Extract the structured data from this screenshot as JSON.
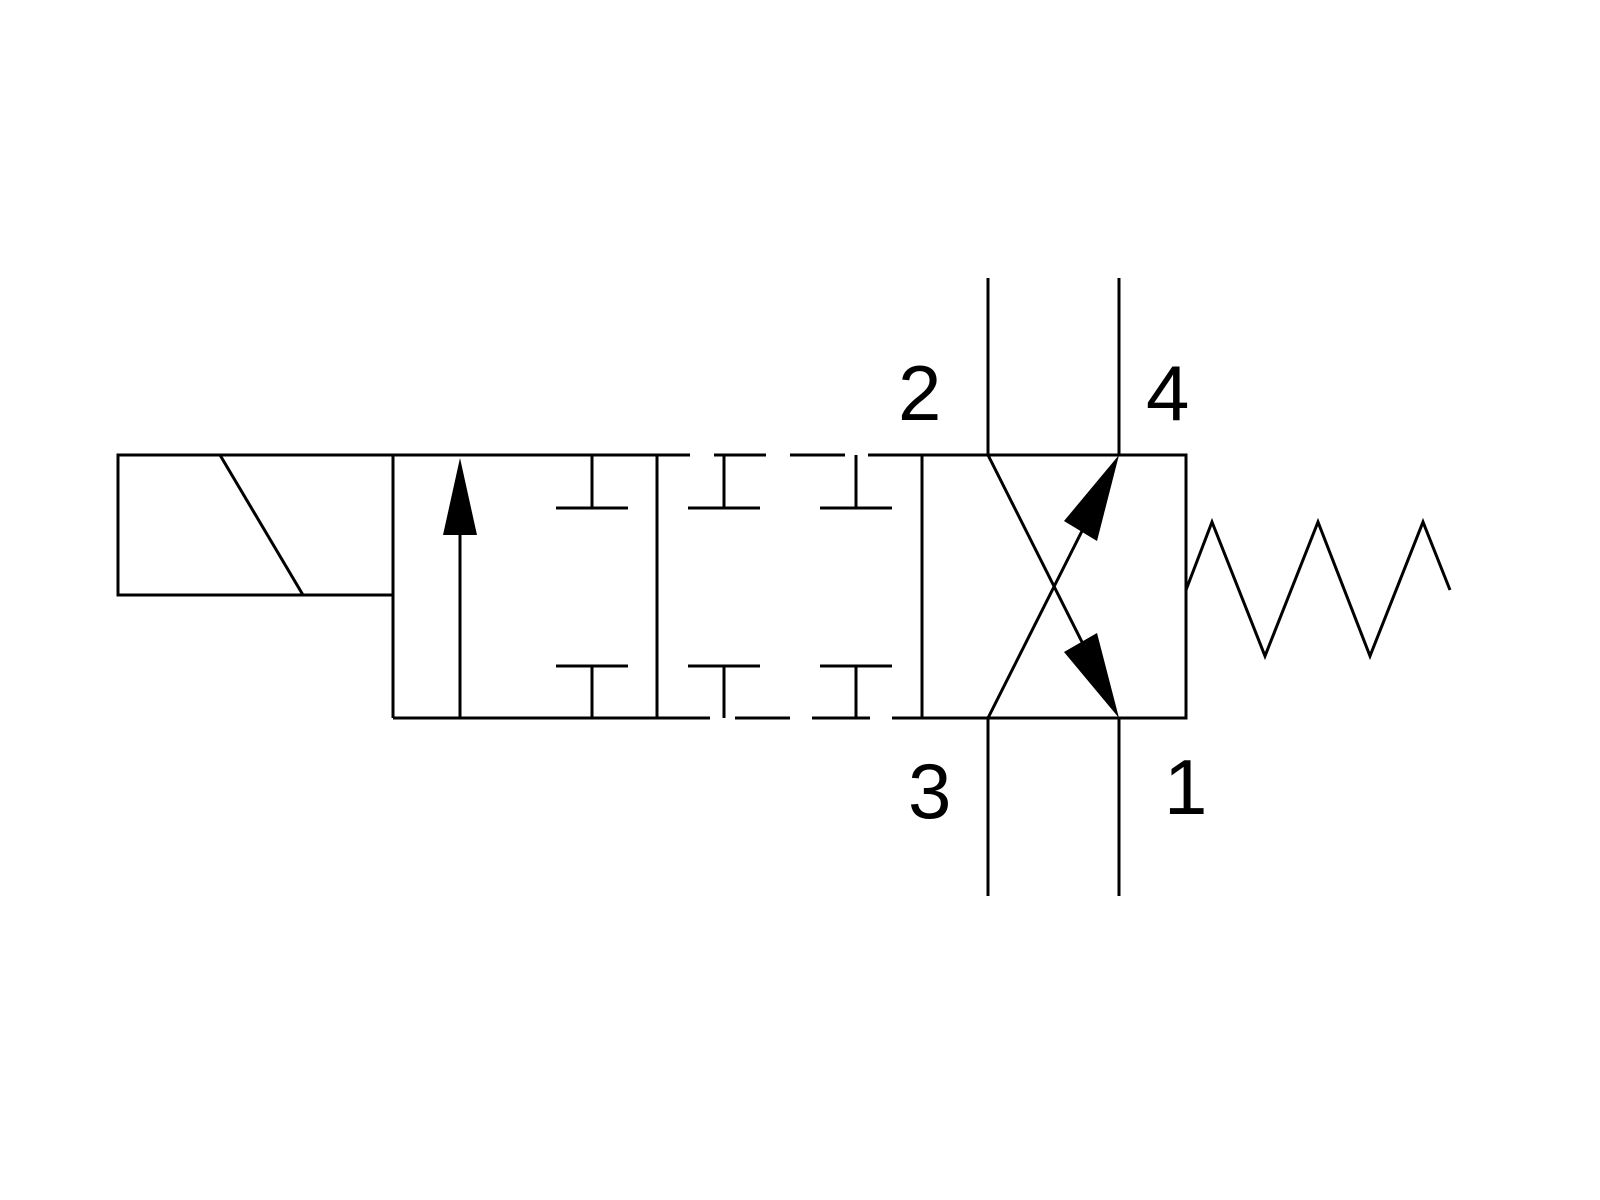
{
  "diagram": {
    "type": "4/2 directional control valve, solenoid operated, spring return",
    "ports": {
      "port_2": "2",
      "port_4": "4",
      "port_3": "3",
      "port_1": "1"
    },
    "colors": {
      "stroke": "#000000",
      "background": "#ffffff"
    }
  }
}
